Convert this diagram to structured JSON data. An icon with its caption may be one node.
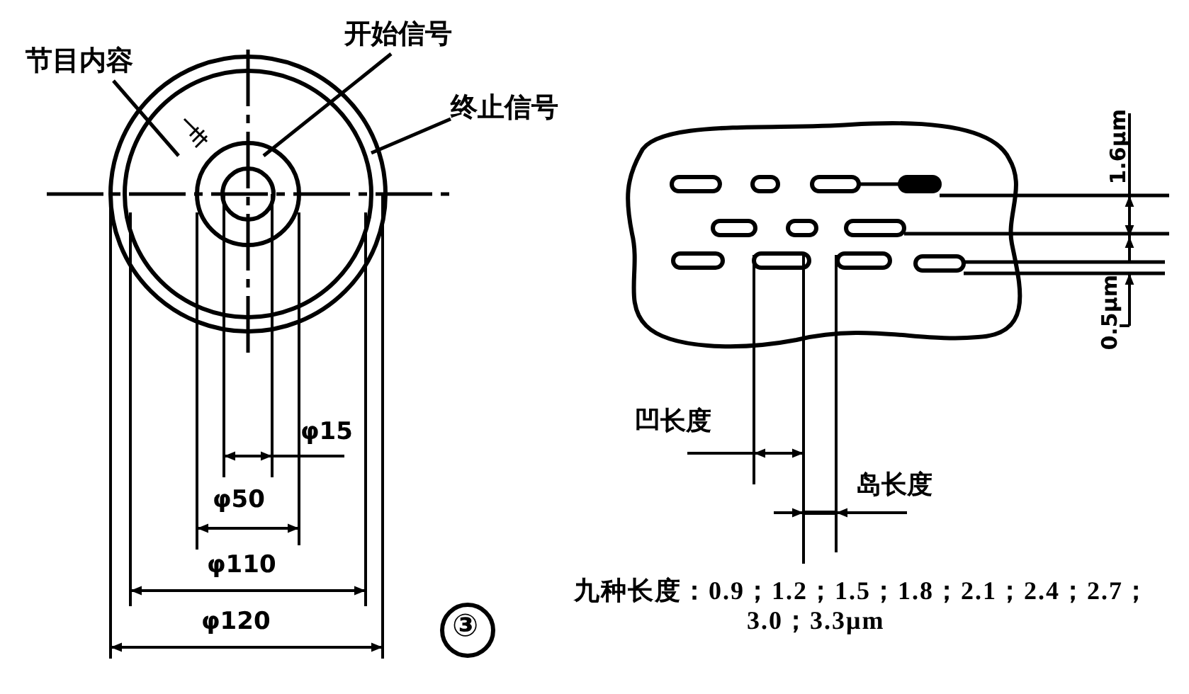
{
  "diagram": {
    "nodes": [
      {
        "text": [
          "节目内容"
        ]
      },
      {
        "text": [
          "开始信号"
        ]
      },
      {
        "text": [
          "终止信号"
        ]
      }
    ],
    "edges": [
      {
        "from": 0,
        "to": null,
        "arrow": "none"
      },
      {
        "from": 1,
        "to": null,
        "arrow": "none"
      },
      {
        "from": 2,
        "to": null,
        "arrow": "none"
      }
    ],
    "labels": [
      "φ15",
      "φ50",
      "φ110",
      "φ120",
      "③",
      "1.6μm",
      "0.5μm",
      "凹长度",
      "岛长度",
      "九种长度：0.9；1.2；1.5；1.8；2.1；2.4；2.7；3.0；3.3μm"
    ]
  }
}
